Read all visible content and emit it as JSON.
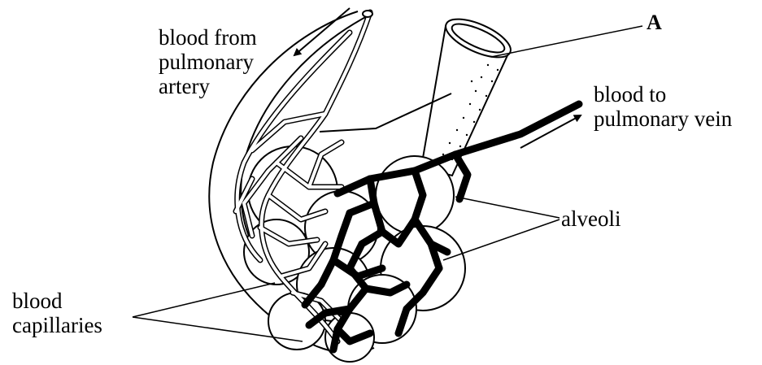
{
  "labels": {
    "blood_from": [
      "blood from",
      "pulmonary",
      "artery"
    ],
    "blood_to": [
      "blood to",
      "pulmonary vein"
    ],
    "marker_a": "A",
    "alveoli": "alveoli",
    "capillaries": [
      "blood",
      "capillaries"
    ]
  },
  "colors": {
    "ink": "#000000",
    "background": "#ffffff"
  }
}
